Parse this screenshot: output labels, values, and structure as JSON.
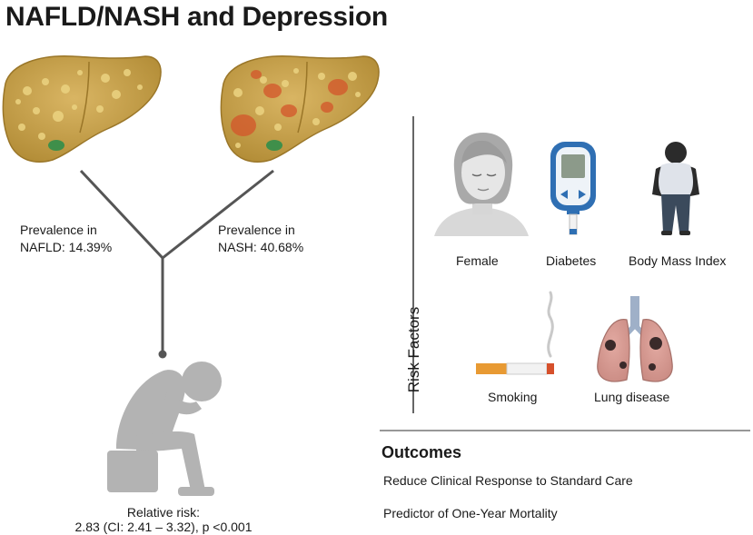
{
  "title": "NAFLD/NASH and Depression",
  "prevalence": {
    "nafld": [
      "Prevalence in",
      "NAFLD: 14.39%"
    ],
    "nash": [
      "Prevalence in",
      "NASH: 40.68%"
    ]
  },
  "relative_risk": {
    "label": "Relative risk:",
    "value": "2.83 (CI: 2.41 – 3.32), p <0.001"
  },
  "risk_factors": {
    "heading": "Risk Factors",
    "items": [
      "Female",
      "Diabetes",
      "Body Mass Index",
      "Smoking",
      "Lung disease"
    ]
  },
  "outcomes": {
    "heading": "Outcomes",
    "items": [
      "Reduce Clinical Response to Standard Care",
      "Predictor of One-Year Mortality"
    ]
  },
  "icons": [
    "nafld-liver-icon",
    "nash-liver-icon",
    "depressed-person-icon",
    "female-head-icon",
    "glucose-meter-icon",
    "body-silhouette-icon",
    "cigarette-icon",
    "lungs-icon"
  ],
  "colors": {
    "liver": "#c9a24a",
    "liver_dark": "#a9842e",
    "inflammation": "#d4552a",
    "gray_figure": "#b3b3b3",
    "connector": "#555555"
  }
}
